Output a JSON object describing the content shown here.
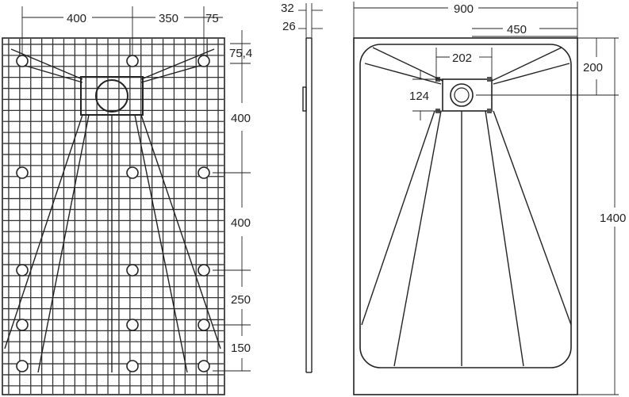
{
  "dimensions": {
    "bottom_view": {
      "top_400": "400",
      "top_350": "350",
      "top_75": "75",
      "right_75_4": "75,4",
      "right_400_a": "400",
      "right_400_b": "400",
      "right_250": "250",
      "right_150": "150"
    },
    "side_view": {
      "thickness_32": "32",
      "thickness_26": "26"
    },
    "top_view": {
      "width_900": "900",
      "half_450": "450",
      "drain_202": "202",
      "drain_124": "124",
      "offset_200": "200",
      "length_1400": "1400"
    }
  },
  "colors": {
    "stroke": "#222222",
    "background": "#ffffff"
  }
}
